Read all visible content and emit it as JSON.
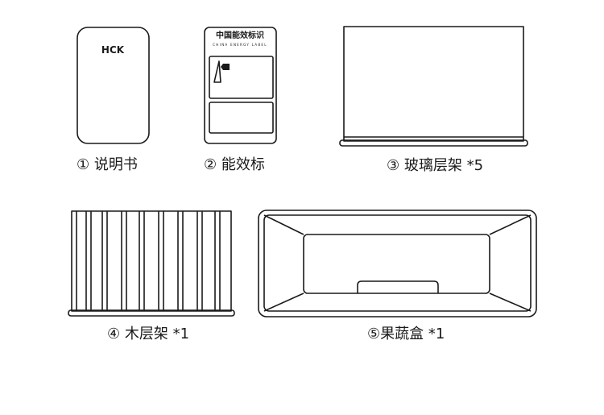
{
  "items": [
    {
      "label": "① 说明书"
    },
    {
      "label": "② 能效标"
    },
    {
      "label": "③ 玻璃层架 *5"
    },
    {
      "label": "④ 木层架 *1"
    },
    {
      "label": "⑤果蔬盒 *1"
    }
  ],
  "manual": {
    "brand": "HCK"
  },
  "energy_label": {
    "title": "中国能效标识",
    "subtitle": "CHINA ENERGY LABEL"
  },
  "colors": {
    "stroke": "#1a1a1a",
    "background": "#ffffff"
  }
}
